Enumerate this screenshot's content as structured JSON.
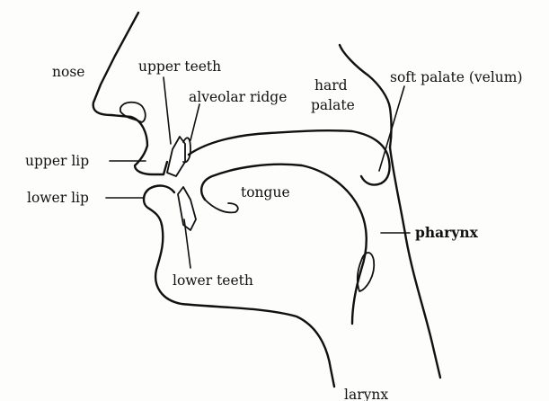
{
  "labels": {
    "nose": "nose",
    "upper_teeth": "upper teeth",
    "alveolar_ridge": "alveolar ridge",
    "hard_palate_line1": "hard",
    "hard_palate_line2": "palate",
    "soft_palate": "soft palate (velum)",
    "upper_lip": "upper lip",
    "lower_lip": "lower lip",
    "tongue": "tongue",
    "pharynx": "pharynx",
    "lower_teeth": "lower teeth",
    "larynx": "larynx"
  },
  "colors": {
    "ink": "#111111",
    "paper": "#fdfdfc"
  }
}
